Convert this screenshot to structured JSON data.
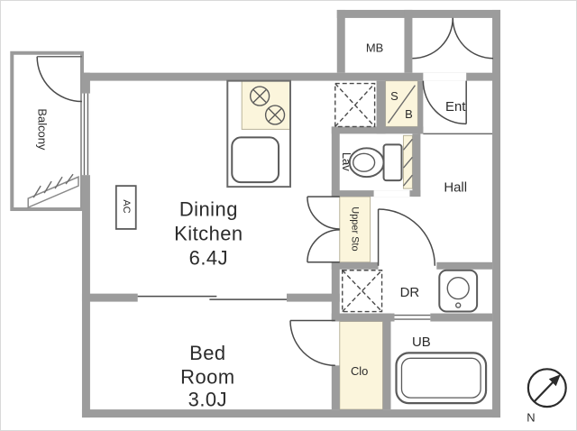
{
  "floorplan": {
    "labels": {
      "balcony": "Balcony",
      "mb": "MB",
      "sb_s": "S",
      "sb_b": "B",
      "ent": "Ent",
      "lav": "Lav",
      "hall": "Hall",
      "upper_sto": "Upper Sto",
      "ac": "AC",
      "dk1": "Dining",
      "dk2": "Kitchen",
      "dk_area": "6.4J",
      "dr": "DR",
      "ub": "UB",
      "clo": "Clo",
      "bed1": "Bed",
      "bed2": "Room",
      "bed_area": "3.0J",
      "compass_n": "N"
    },
    "colors": {
      "wall": "#9c9c9c",
      "accent_cream": "#fbf5dc",
      "line": "#555555",
      "text": "#2b2b2b",
      "background": "#ffffff"
    }
  }
}
